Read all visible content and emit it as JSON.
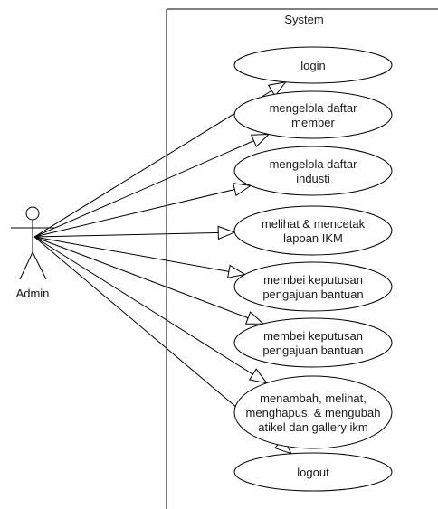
{
  "system": {
    "label": "System"
  },
  "actor": {
    "name": "Admin"
  },
  "use_cases": [
    {
      "id": "login",
      "lines": [
        "login"
      ]
    },
    {
      "id": "mengelola-daftar-member",
      "lines": [
        "mengelola daftar",
        "member"
      ]
    },
    {
      "id": "mengelola-daftar-industi",
      "lines": [
        "mengelola daftar",
        "industi"
      ]
    },
    {
      "id": "melihat-mencetak-lapoan-ikm",
      "lines": [
        "melihat & mencetak",
        "lapoan IKM"
      ]
    },
    {
      "id": "membei-keputusan-1",
      "lines": [
        "membei keputusan",
        "pengajuan bantuan"
      ]
    },
    {
      "id": "membei-keputusan-2",
      "lines": [
        "membei keputusan",
        "pengajuan bantuan"
      ]
    },
    {
      "id": "menambah-melihat-menghapus-mengubah",
      "lines": [
        "menambah, melihat,",
        "menghapus, & mengubah",
        "atikel dan gallery ikm"
      ]
    },
    {
      "id": "logout",
      "lines": [
        "logout"
      ]
    }
  ]
}
